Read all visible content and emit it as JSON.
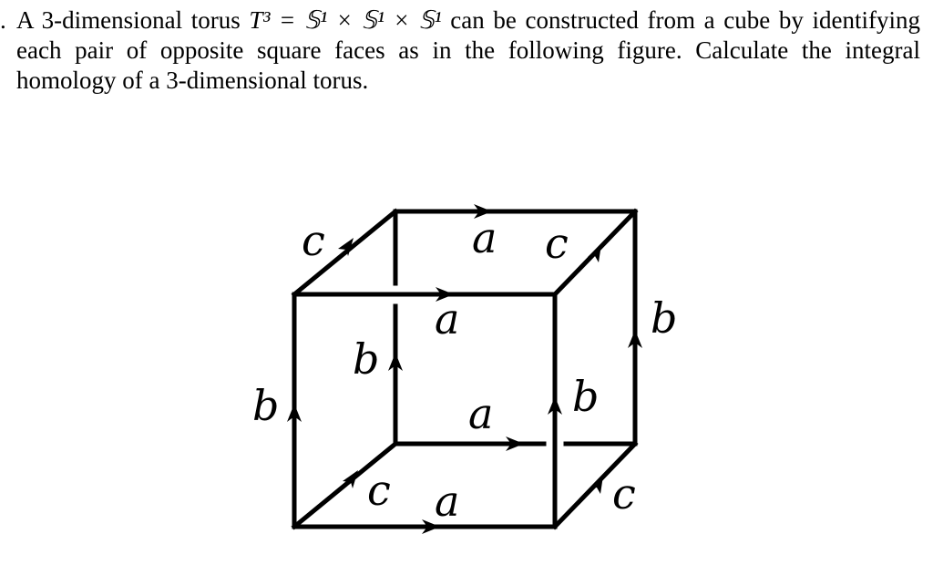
{
  "problem": {
    "lead_mark": ".",
    "line1_pre": "A 3-dimensional torus ",
    "torus_symbol": "T³ = 𝕊¹ × 𝕊¹ × 𝕊¹",
    "line1_post": " can be constructed from a cube by identifying",
    "line2": "each pair of opposite square faces as in the following figure.  Calculate the integral",
    "line3": "homology of a 3-dimensional torus."
  },
  "figure": {
    "edge_labels": {
      "a_top_back": "a",
      "a_top_front": "a",
      "a_bottom_back": "a",
      "a_bottom_front": "a",
      "b_front_left": "b",
      "b_back_left": "b",
      "b_front_right": "b",
      "b_back_right": "b",
      "c_top_left": "c",
      "c_top_right": "c",
      "c_bottom_left": "c",
      "c_bottom_right": "c"
    }
  }
}
